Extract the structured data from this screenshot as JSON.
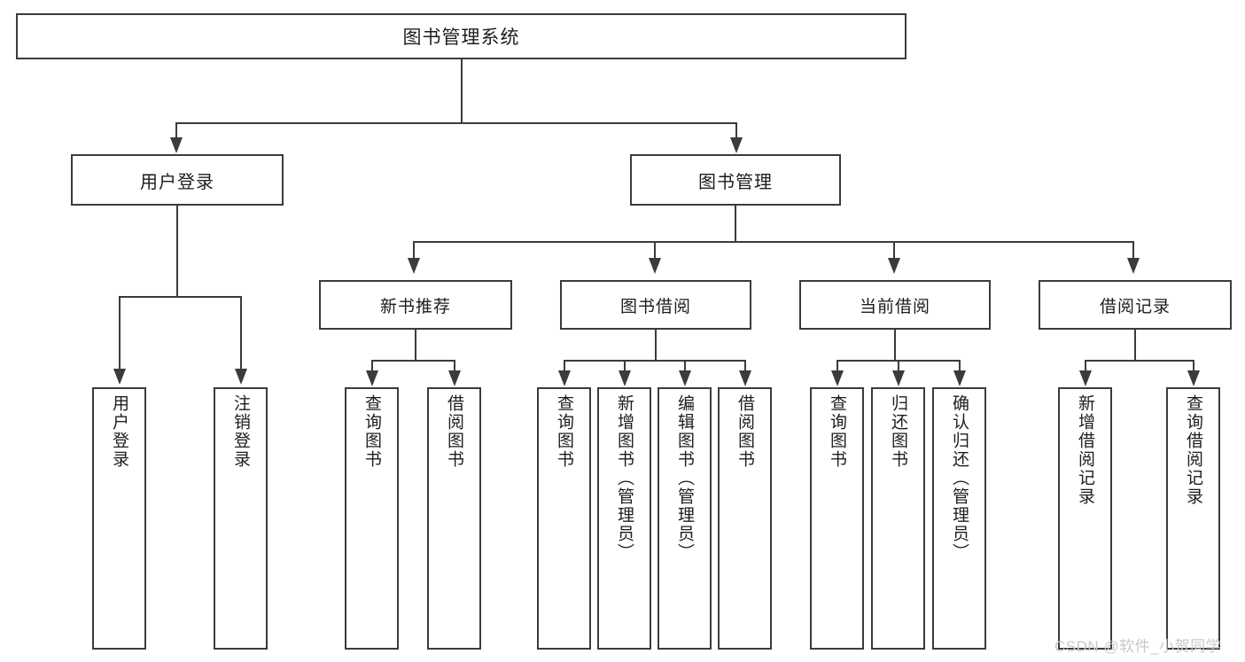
{
  "diagram": {
    "type": "tree",
    "title": "图书管理系统",
    "root": {
      "label": "图书管理系统"
    },
    "level1": [
      {
        "label": "用户登录"
      },
      {
        "label": "图书管理"
      }
    ],
    "level2": [
      {
        "label": "新书推荐"
      },
      {
        "label": "图书借阅"
      },
      {
        "label": "当前借阅"
      },
      {
        "label": "借阅记录"
      }
    ],
    "leaves": {
      "user_login": [
        {
          "label": "用户登录"
        },
        {
          "label": "注销登录"
        }
      ],
      "new_book_recommend": [
        {
          "label": "查询图书"
        },
        {
          "label": "借阅图书"
        }
      ],
      "book_borrow": [
        {
          "label": "查询图书"
        },
        {
          "label": "新增图书（管理员）"
        },
        {
          "label": "编辑图书（管理员）"
        },
        {
          "label": "借阅图书"
        }
      ],
      "current_borrow": [
        {
          "label": "查询图书"
        },
        {
          "label": "归还图书"
        },
        {
          "label": "确认归还（管理员）"
        }
      ],
      "borrow_record": [
        {
          "label": "新增借阅记录"
        },
        {
          "label": "查询借阅记录"
        }
      ]
    }
  },
  "watermark": {
    "text": "CSDN @软件_小贺同学"
  },
  "colors": {
    "stroke": "#3b3b3b",
    "fill": "#ffffff",
    "text": "#1d1d1d",
    "watermark": "#c9c9c9"
  }
}
